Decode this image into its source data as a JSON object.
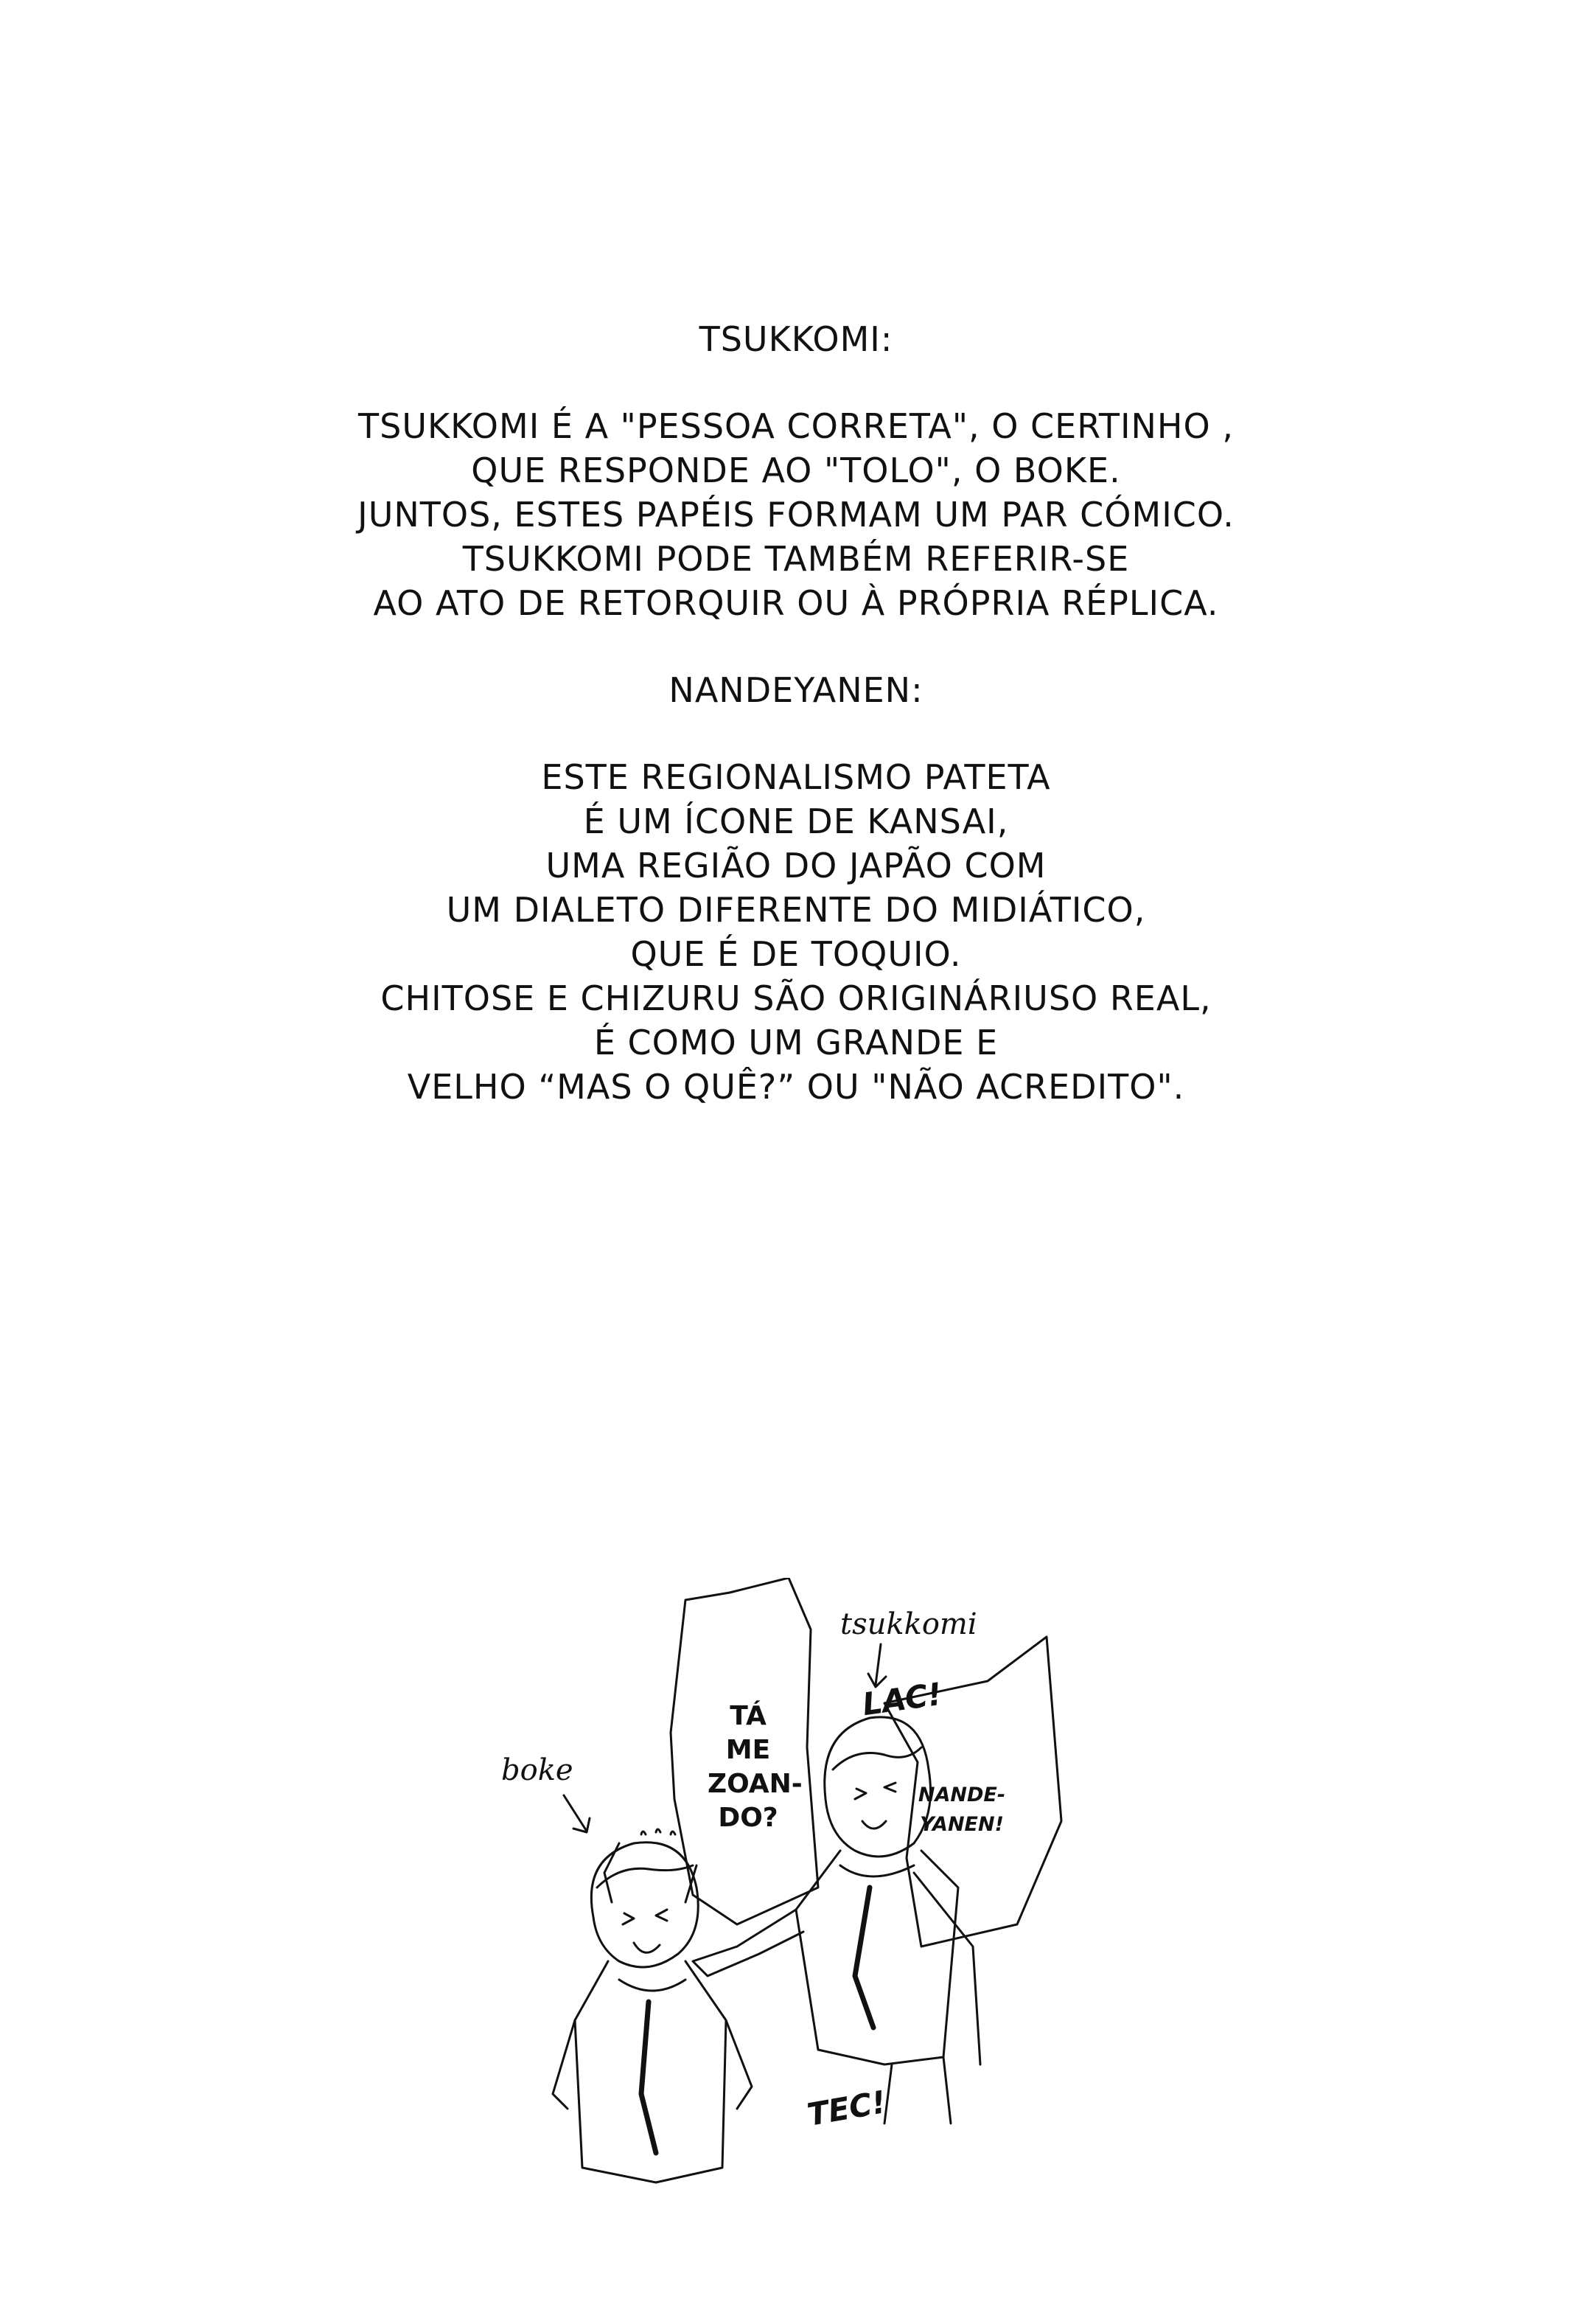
{
  "notes": {
    "tsukkomi_term": "TSUKKOMI:",
    "tsukkomi_lines": [
      "TSUKKOMI É A \"PESSOA CORRETA\", O CERTINHO ,",
      "QUE RESPONDE AO \"TOLO\", O BOKE.",
      "JUNTOS, ESTES PAPÉIS FORMAM UM PAR CÓMICO.",
      "TSUKKOMI PODE TAMBÉM REFERIR-SE",
      "AO ATO DE RETORQUIR OU À PRÓPRIA RÉPLICA."
    ],
    "nandeyanen_term": "NANDEYANEN:",
    "nandeyanen_lines": [
      "ESTE REGIONALISMO PATETA",
      "É UM ÍCONE DE KANSAI,",
      "UMA REGIÃO DO JAPÃO COM",
      "UM DIALETO DIFERENTE DO MIDIÁTICO,",
      "QUE É DE TOQUIO.",
      "CHITOSE E CHIZURU SÃO ORIGINÁRIUSO REAL,",
      "É COMO UM GRANDE E",
      "VELHO “MAS O QUÊ?” OU \"NÃO ACREDITO\"."
    ]
  },
  "comic": {
    "label_tsukkomi": "tsukkomi",
    "label_boke": "boke",
    "speech_left": [
      "TÁ",
      "ME",
      "ZOAN-",
      "DO?"
    ],
    "speech_right": [
      "NANDE-",
      "YANEN!"
    ],
    "sfx_lac": "LAC!",
    "sfx_tec": "TEC!"
  }
}
